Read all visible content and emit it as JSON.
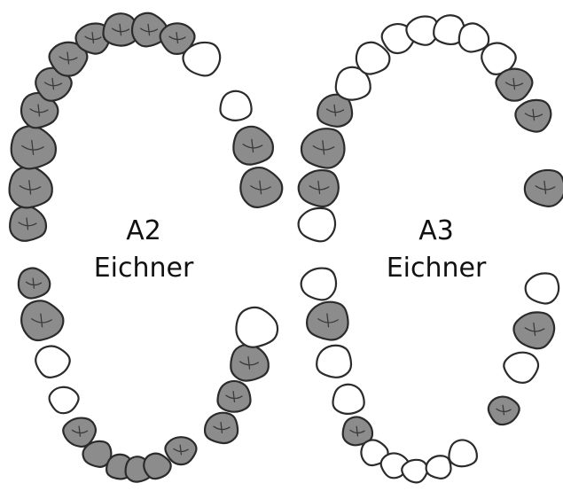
{
  "diagrams": [
    {
      "id": "a2",
      "class_label": "A2",
      "system_label": "Eichner",
      "upper_arch": [
        "present",
        "present",
        "present",
        "present",
        "present",
        "present",
        "present",
        "present",
        "present",
        "present",
        "missing",
        "missing",
        "present",
        "present"
      ],
      "lower_arch": [
        "present",
        "present",
        "missing",
        "missing",
        "present",
        "present",
        "present",
        "present",
        "present",
        "present",
        "present",
        "present",
        "present",
        "missing"
      ]
    },
    {
      "id": "a3",
      "class_label": "A3",
      "system_label": "Eichner",
      "upper_arch": [
        "missing",
        "present",
        "present",
        "present",
        "missing",
        "missing",
        "missing",
        "missing",
        "missing",
        "missing",
        "missing",
        "present",
        "present",
        "present"
      ],
      "lower_arch": [
        "missing",
        "present",
        "missing",
        "missing",
        "present",
        "missing",
        "missing",
        "missing",
        "missing",
        "missing",
        "present",
        "missing",
        "present",
        "missing"
      ]
    }
  ],
  "legend": {
    "present_color": "#8c8c8c",
    "missing_color": "#ffffff",
    "outline_color": "#2b2b2b"
  }
}
